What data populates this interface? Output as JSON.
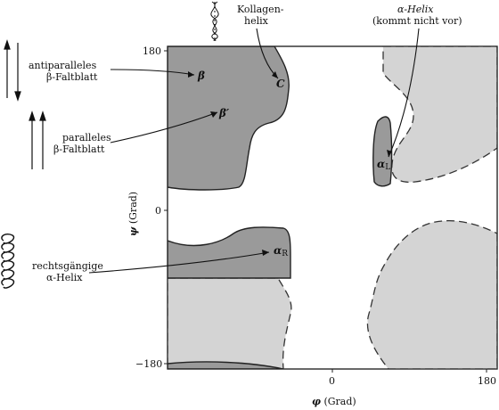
{
  "axes": {
    "x_label_sym": "φ",
    "x_label_unit": " (Grad)",
    "y_label_sym": "ψ",
    "y_label_unit": " (Grad)",
    "x_ticks": [
      "0",
      "180"
    ],
    "y_ticks": [
      "180",
      "0",
      "−180"
    ]
  },
  "labels": {
    "kollagen_line1": "Kollagen-",
    "kollagen_line2": "helix",
    "alpha_l_line1": "α-Helix",
    "alpha_l_line2": "(kommt nicht vor)",
    "antiparallel_line1": "antiparalleles",
    "antiparallel_line2": "β-Faltblatt",
    "parallel_line1": "paralleles",
    "parallel_line2": "β-Faltblatt",
    "right_helix_line1": "rechtsgängige",
    "right_helix_line2": "α-Helix"
  },
  "region_symbols": {
    "beta": "β",
    "beta_prime": "β′",
    "collagen": "C",
    "alpha_r": "α",
    "alpha_r_sub": "R",
    "alpha_l": "α",
    "alpha_l_sub": "L"
  },
  "colors": {
    "dark_region": "#9a9a9a",
    "light_region": "#d4d4d4",
    "outline": "#222222"
  }
}
